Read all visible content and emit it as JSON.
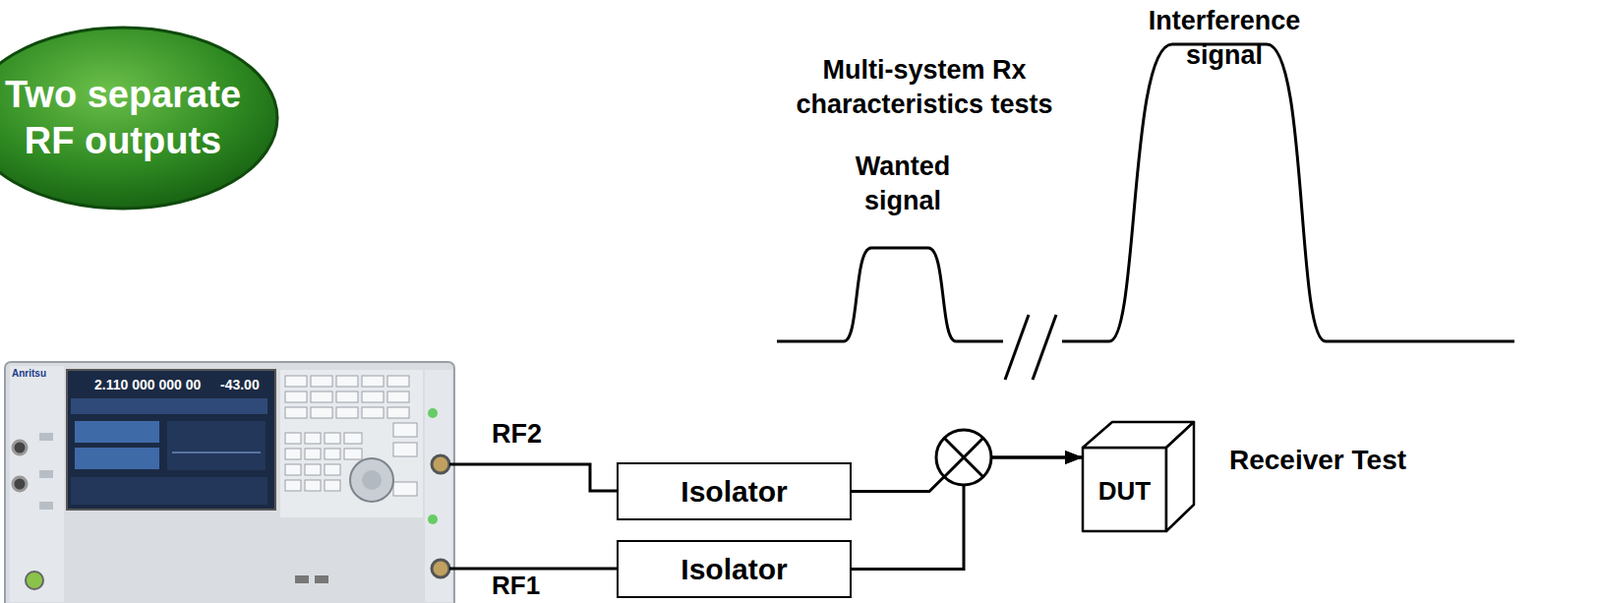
{
  "diagram": {
    "nodes": [
      {
        "text": [
          "Two separate RF outputs"
        ]
      },
      {
        "text": [
          "Isolator"
        ]
      },
      {
        "text": [
          "Isolator"
        ]
      },
      {
        "text": [
          "DUT"
        ]
      }
    ],
    "edges": [
      {
        "from": 1,
        "to": 3,
        "arrow": "to"
      },
      {
        "from": 2,
        "to": 3,
        "arrow": "to"
      }
    ],
    "labels": [
      "Interference signal",
      "Multi-system Rx characteristics tests",
      "Wanted signal",
      "RF2",
      "RF1",
      "Receiver Test",
      "Anritsu",
      "2.110 000 000 00",
      "-43.00"
    ]
  }
}
